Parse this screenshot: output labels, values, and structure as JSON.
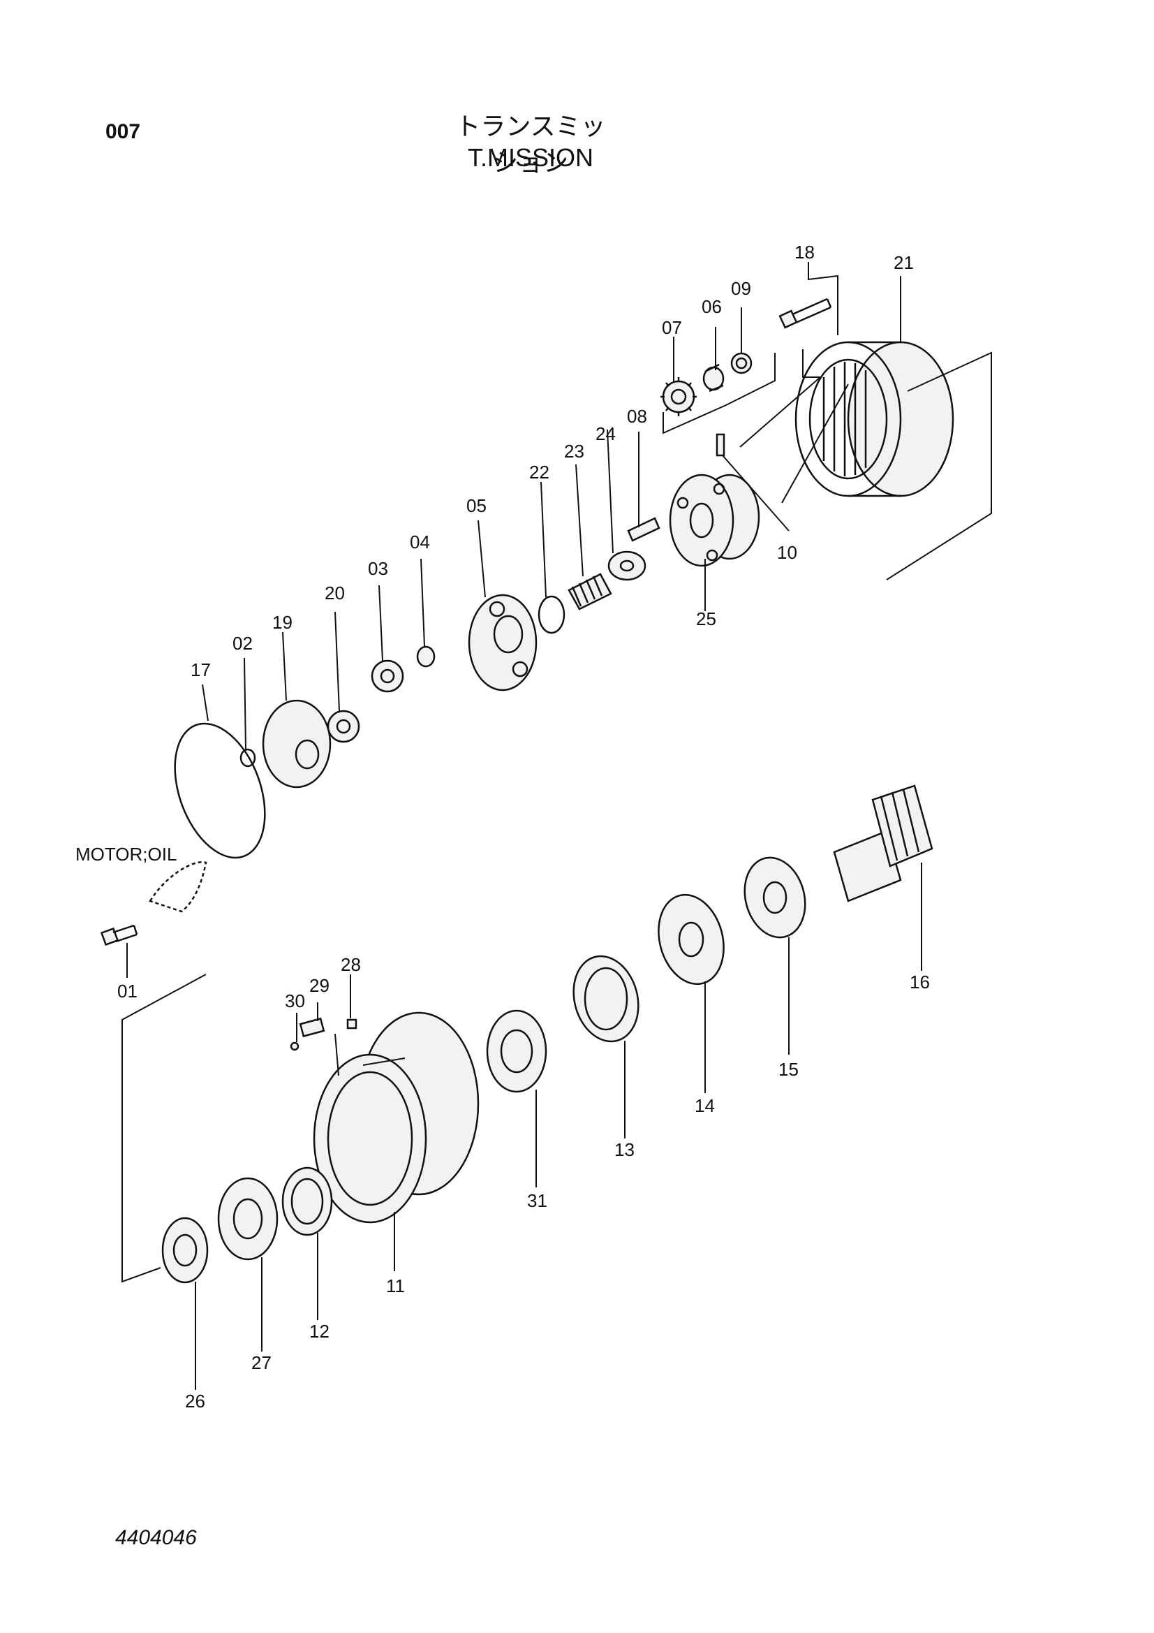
{
  "header": {
    "page_number": "007",
    "title_jp": "トランスミッション",
    "title_en": "T.MISSION"
  },
  "footer": {
    "drawing_number": "4404046"
  },
  "note": {
    "motor_oil": "MOTOR;OIL"
  },
  "parts": [
    {
      "label": "01"
    },
    {
      "label": "02"
    },
    {
      "label": "03"
    },
    {
      "label": "04"
    },
    {
      "label": "05"
    },
    {
      "label": "06"
    },
    {
      "label": "07"
    },
    {
      "label": "08"
    },
    {
      "label": "09"
    },
    {
      "label": "10"
    },
    {
      "label": "11"
    },
    {
      "label": "12"
    },
    {
      "label": "13"
    },
    {
      "label": "14"
    },
    {
      "label": "15"
    },
    {
      "label": "16"
    },
    {
      "label": "17"
    },
    {
      "label": "18"
    },
    {
      "label": "19"
    },
    {
      "label": "20"
    },
    {
      "label": "21"
    },
    {
      "label": "22"
    },
    {
      "label": "23"
    },
    {
      "label": "24"
    },
    {
      "label": "25"
    },
    {
      "label": "26"
    },
    {
      "label": "27"
    },
    {
      "label": "28"
    },
    {
      "label": "29"
    },
    {
      "label": "30"
    },
    {
      "label": "31"
    }
  ]
}
